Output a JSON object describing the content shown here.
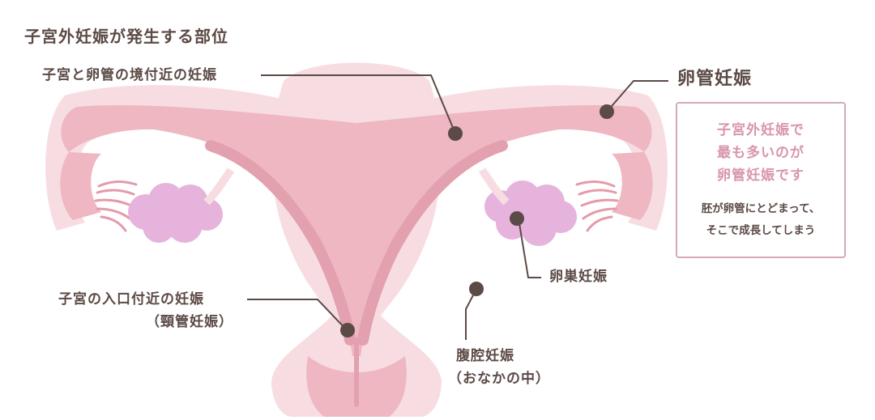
{
  "title": "子宮外妊娠が発生する部位",
  "labels": {
    "boundary": "子宮と卵管の境付近の妊娠",
    "tubal": "卵管妊娠",
    "ovarian": "卵巣妊娠",
    "cervical_line1": "子宮の入口付近の妊娠",
    "cervical_line2": "（頸管妊娠）",
    "abdominal_line1": "腹腔妊娠",
    "abdominal_line2": "（おなかの中）"
  },
  "info_box": {
    "heading": [
      "子宮外妊娠で",
      "最も多いのが",
      "卵管妊娠です"
    ],
    "body": [
      "胚が卵管にとどまって、",
      "そこで成長してしまう"
    ]
  },
  "colors": {
    "outer_pink": "#f7dde2",
    "body_pink": "#eeb7c2",
    "cavity_pink": "#e3a0ae",
    "ovary_lilac": "#e6b3dc",
    "dot_brown": "#5b4a45",
    "box_border": "#d6a9b6",
    "box_heading": "#d995ac"
  }
}
